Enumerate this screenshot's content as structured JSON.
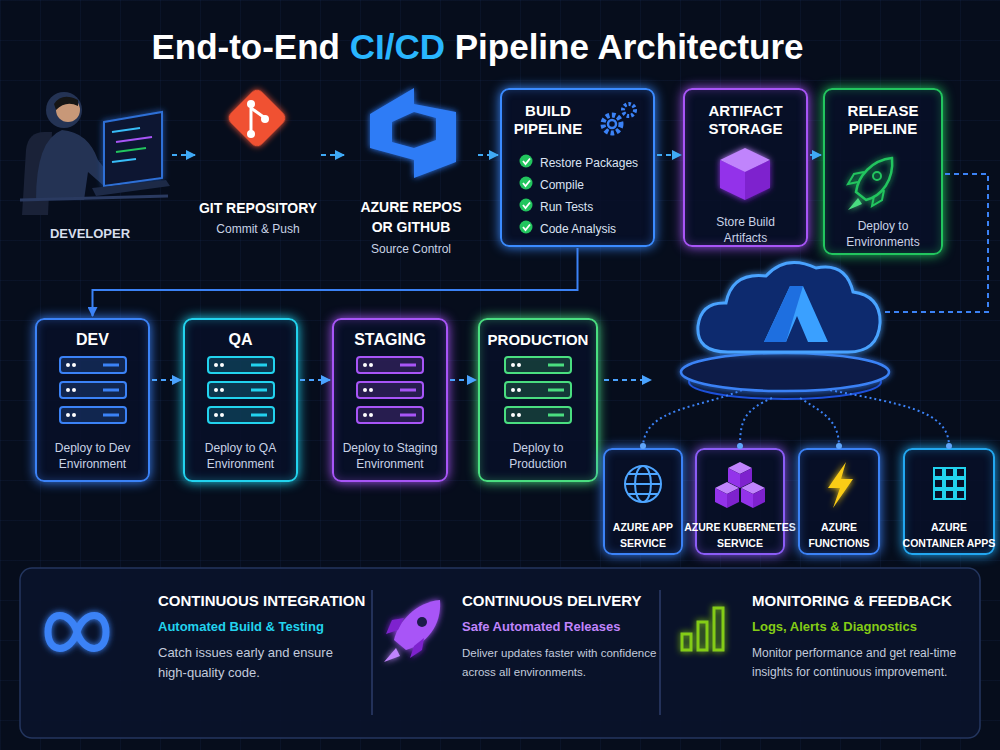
{
  "diagram": {
    "title": "End-to-End CI/CD Pipeline Architecture",
    "nodes": [
      {
        "text": [
          "DEVELOPER"
        ]
      },
      {
        "text": [
          "GIT REPOSITORY",
          "Commit & Push"
        ]
      },
      {
        "text": [
          "AZURE REPOS OR GITHUB",
          "Source Control"
        ]
      },
      {
        "text": [
          "BUILD PIPELINE",
          "Restore Packages",
          "Compile",
          "Run Tests",
          "Code Analysis"
        ]
      },
      {
        "text": [
          "ARTIFACT STORAGE",
          "Store Build Artifacts"
        ]
      },
      {
        "text": [
          "RELEASE PIPELINE",
          "Deploy to Environments"
        ]
      },
      {
        "text": [
          "DEV",
          "Deploy to Dev Environment"
        ]
      },
      {
        "text": [
          "QA",
          "Deploy to QA Environment"
        ]
      },
      {
        "text": [
          "STAGING",
          "Deploy to Staging Environment"
        ]
      },
      {
        "text": [
          "PRODUCTION",
          "Deploy to Production"
        ]
      },
      {
        "text": [
          "AZURE APP SERVICE"
        ]
      },
      {
        "text": [
          "AZURE KUBERNETES SERVICE"
        ]
      },
      {
        "text": [
          "AZURE FUNCTIONS"
        ]
      },
      {
        "text": [
          "AZURE CONTAINER APPS"
        ]
      },
      {
        "text": [
          "CONTINUOUS INTEGRATION",
          "Automated Build & Testing",
          "Catch issues early and ensure high-quality code."
        ]
      },
      {
        "text": [
          "CONTINUOUS DELIVERY",
          "Safe Automated Releases",
          "Deliver updates faster with confidence across all environments."
        ]
      },
      {
        "text": [
          "MONITORING & FEEDBACK",
          "Logs, Alerts & Diagnostics",
          "Monitor performance and get real-time insights for continuous improvement."
        ]
      }
    ],
    "edges": [
      {
        "from": 0,
        "to": 1,
        "arrow": "to"
      },
      {
        "from": 1,
        "to": 2,
        "arrow": "to"
      },
      {
        "from": 2,
        "to": 3,
        "arrow": "to"
      },
      {
        "from": 3,
        "to": 4,
        "arrow": "to"
      },
      {
        "from": 4,
        "to": 5,
        "arrow": "to"
      },
      {
        "from": 3,
        "to": 6,
        "arrow": "to"
      },
      {
        "from": 6,
        "to": 7,
        "arrow": "to"
      },
      {
        "from": 7,
        "to": 8,
        "arrow": "to"
      },
      {
        "from": 8,
        "to": 9,
        "arrow": "to"
      }
    ]
  }
}
